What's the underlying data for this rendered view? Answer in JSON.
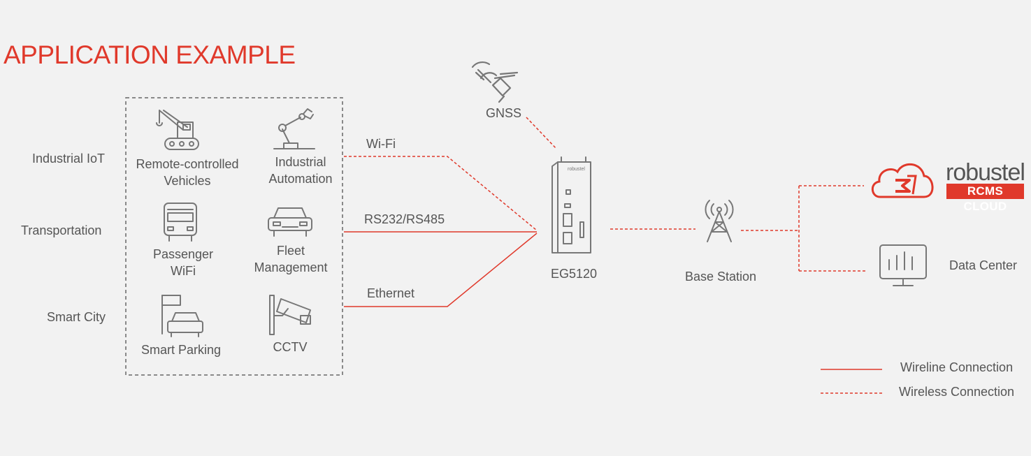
{
  "title": "APPLICATION EXAMPLE",
  "categories": [
    "Industrial IoT",
    "Transportation",
    "Smart City"
  ],
  "applications": {
    "remote_vehicles": [
      "Remote-controlled",
      "Vehicles"
    ],
    "industrial_automation": [
      "Industrial",
      "Automation"
    ],
    "passenger_wifi": [
      "Passenger",
      "WiFi"
    ],
    "fleet_management": [
      "Fleet",
      "Management"
    ],
    "smart_parking": "Smart Parking",
    "cctv": "CCTV"
  },
  "connections": {
    "wifi": "Wi-Fi",
    "serial": "RS232/RS485",
    "ethernet": "Ethernet"
  },
  "gnss": "GNSS",
  "device": {
    "name": "EG5120",
    "brand": "robustel"
  },
  "base_station": "Base Station",
  "cloud": {
    "brand": "robustel",
    "product": "RCMS CLOUD"
  },
  "data_center": "Data Center",
  "legend": {
    "wireline": "Wireline Connection",
    "wireless": "Wireless Connection"
  },
  "colors": {
    "accent": "#e0392b",
    "icon": "#777777",
    "text": "#555555"
  },
  "icons": [
    "crane-vehicle-icon",
    "robot-arm-icon",
    "bus-icon",
    "car-front-icon",
    "parking-icon",
    "cctv-camera-icon",
    "satellite-icon",
    "router-icon",
    "cell-tower-icon",
    "cloud-logo-icon",
    "monitor-icon"
  ]
}
